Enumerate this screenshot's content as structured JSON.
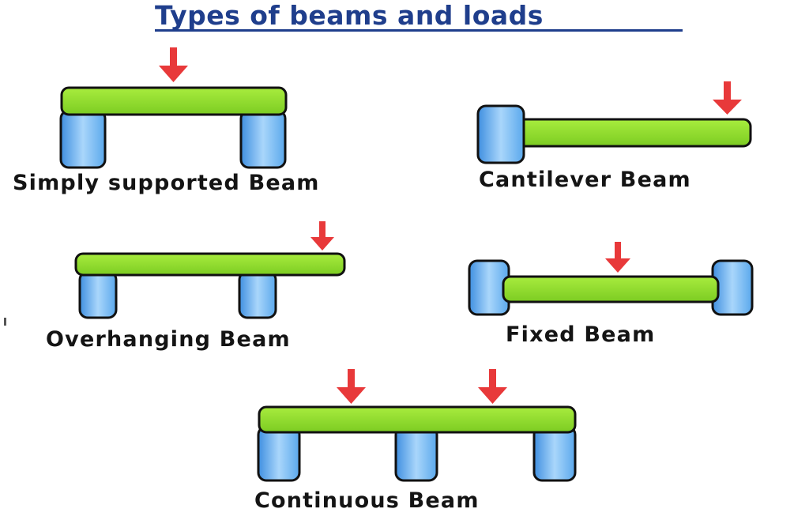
{
  "title": "Types of beams and loads",
  "labels": {
    "simply_supported": "Simply supported Beam",
    "cantilever": "Cantilever Beam",
    "overhanging": "Overhanging Beam",
    "fixed": "Fixed Beam",
    "continuous": "Continuous Beam"
  },
  "colors": {
    "title": "#1f3e8c",
    "beam": "#8fdc2e",
    "support": "#5aa8ec",
    "load_arrow": "#e8393a",
    "outline": "#111111"
  }
}
